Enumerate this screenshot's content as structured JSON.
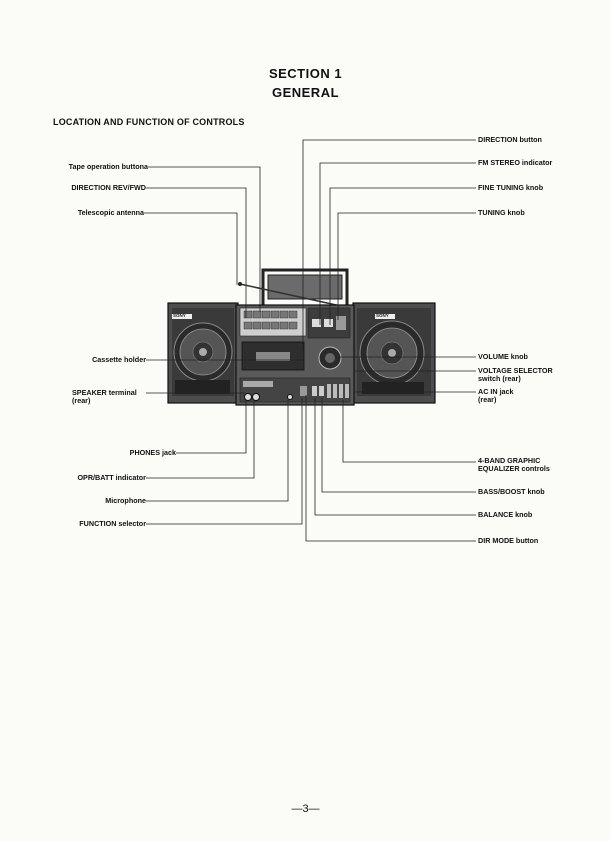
{
  "header": {
    "section": "SECTION 1",
    "title": "GENERAL"
  },
  "subheading": "LOCATION AND FUNCTION OF CONTROLS",
  "labels_left": {
    "tape_operation": "Tape operation buttona",
    "direction_rev_fwd": "DIRECTION REV/FWD",
    "telescopic_antenna": "Telescopic antenna",
    "cassette_holder": "Cassette holder",
    "speaker_terminal": "SPEAKER terminal",
    "speaker_terminal_sub": "(rear)",
    "phones_jack": "PHONES jack",
    "opr_batt": "OPR/BATT indicator",
    "microphone": "Microphone",
    "function_selector": "FUNCTION selector"
  },
  "labels_right": {
    "direction_button": "DIRECTION button",
    "fm_stereo": "FM STEREO indicator",
    "fine_tuning": "FINE TUNING knob",
    "tuning": "TUNING knob",
    "volume": "VOLUME knob",
    "voltage_selector": "VOLTAGE SELECTOR",
    "voltage_selector_sub": "switch (rear)",
    "ac_in": "AC IN jack",
    "ac_in_sub": "(rear)",
    "equalizer": "4-BAND GRAPHIC",
    "equalizer_sub": "EQUALIZER controls",
    "bass_boost": "BASS/BOOST knob",
    "balance": "BALANCE knob",
    "dir_mode": "DIR MODE button"
  },
  "device": {
    "brand_left": "SONY",
    "brand_right": "SONY"
  },
  "page_number": "—3—"
}
